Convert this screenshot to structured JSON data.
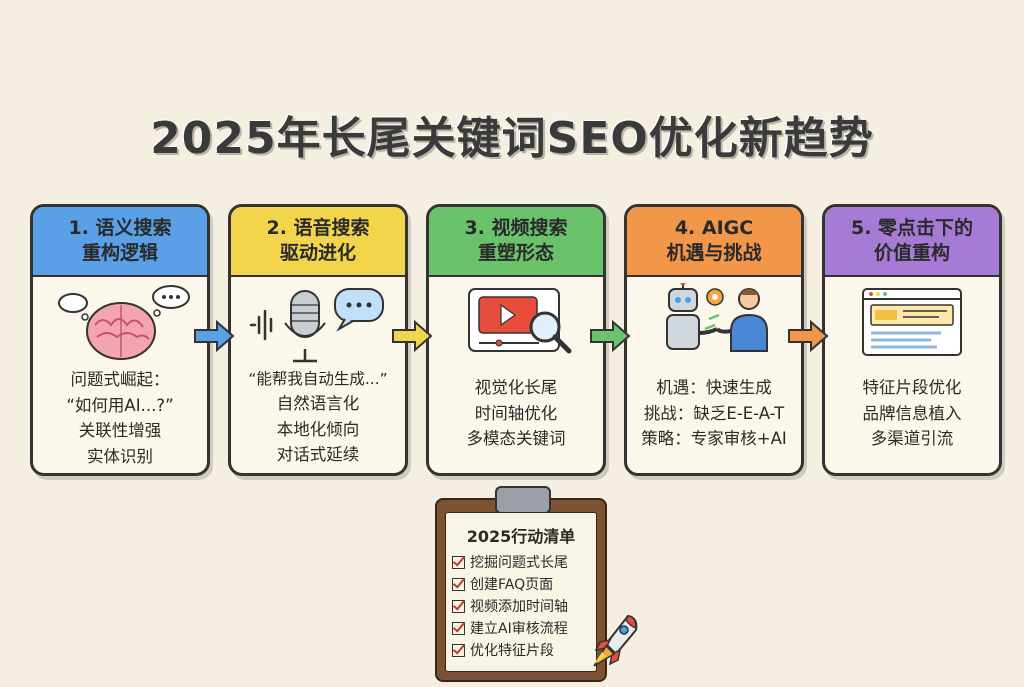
{
  "title": "2025年长尾关键词SEO优化新趋势",
  "cards": [
    {
      "head": [
        "1. 语义搜索",
        "重构逻辑"
      ],
      "color": "#5aa0e6",
      "lines": [
        "问题式崛起：",
        "“如何用AI...?”",
        "关联性增强",
        "实体识别"
      ],
      "icon": "brain-thought-bubbles-icon"
    },
    {
      "head": [
        "2. 语音搜索",
        "驱动进化"
      ],
      "color": "#f2d54a",
      "lines": [
        "“能帮我自动生成...”",
        "自然语言化",
        "本地化倾向",
        "对话式延续"
      ],
      "icon": "microphone-speech-bubble-icon"
    },
    {
      "head": [
        "3. 视频搜索",
        "重塑形态"
      ],
      "color": "#6ac36a",
      "lines": [
        "视觉化长尾",
        "时间轴优化",
        "多模态关键词"
      ],
      "icon": "video-player-magnifier-icon"
    },
    {
      "head": [
        "4. AIGC",
        "机遇与挑战"
      ],
      "color": "#f2964a",
      "lines": [
        "机遇：快速生成",
        "挑战：缺乏E-E-A-T",
        "策略：专家审核+AI"
      ],
      "icon": "robot-human-handshake-icon"
    },
    {
      "head": [
        "5. 零点击下的",
        "价值重构"
      ],
      "color": "#a77ad6",
      "lines": [
        "特征片段优化",
        "品牌信息植入",
        "多渠道引流"
      ],
      "icon": "featured-snippet-webpage-icon"
    }
  ],
  "arrow_colors": [
    "#5aa0e6",
    "#f2d54a",
    "#6ac36a",
    "#f2964a"
  ],
  "checklist": {
    "title": "2025行动清单",
    "items": [
      "挖掘问题式长尾",
      "创建FAQ页面",
      "视频添加时间轴",
      "建立AI审核流程",
      "优化特征片段"
    ]
  }
}
